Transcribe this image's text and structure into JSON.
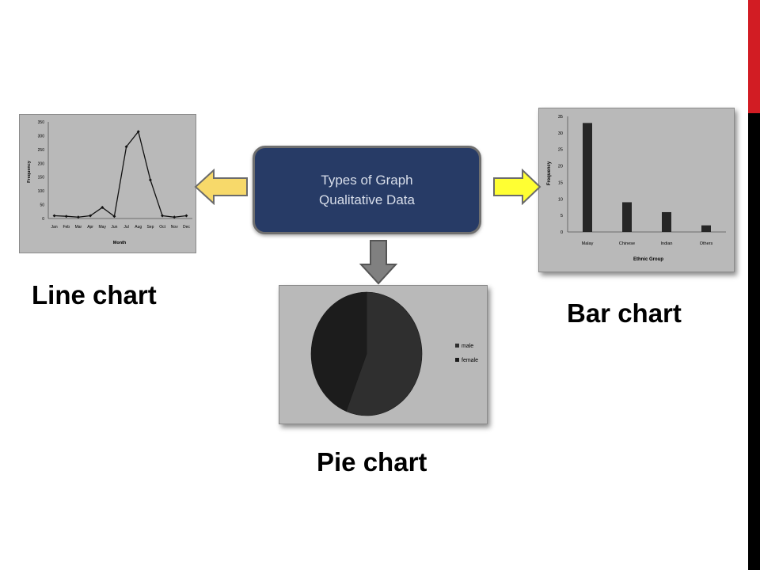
{
  "center": {
    "line1": "Types of Graph",
    "line2": "Qualitative Data"
  },
  "labels": {
    "line": "Line chart",
    "bar": "Bar chart",
    "pie": "Pie chart"
  },
  "colors": {
    "box_fill": "#273b66",
    "arrow_left": "#f7d96a",
    "arrow_right": "#ffff33",
    "arrow_down": "#808080",
    "accent_red": "#d21c23"
  },
  "chart_data": [
    {
      "type": "line",
      "categories": [
        "Jan",
        "Feb",
        "Mar",
        "Apr",
        "May",
        "Jun",
        "Jul",
        "Aug",
        "Sep",
        "Oct",
        "Nov",
        "Dec"
      ],
      "values": [
        10,
        8,
        5,
        10,
        40,
        8,
        260,
        315,
        140,
        10,
        5,
        10
      ],
      "xlabel": "Month",
      "ylabel": "Frequency",
      "ylim": [
        0,
        350
      ],
      "yticks": [
        "0",
        "50",
        "100",
        "150",
        "200",
        "250",
        "300",
        "350"
      ]
    },
    {
      "type": "bar",
      "categories": [
        "Malay",
        "Chinese",
        "Indian",
        "Others"
      ],
      "values": [
        33,
        9,
        6,
        2
      ],
      "xlabel": "Ethnic Group",
      "ylabel": "Frequency",
      "ylim": [
        0,
        35
      ],
      "yticks": [
        "0",
        "5",
        "10",
        "15",
        "20",
        "25",
        "30",
        "35"
      ]
    },
    {
      "type": "pie",
      "categories": [
        "male",
        "female"
      ],
      "values": [
        56,
        44
      ],
      "legend": "right"
    }
  ]
}
